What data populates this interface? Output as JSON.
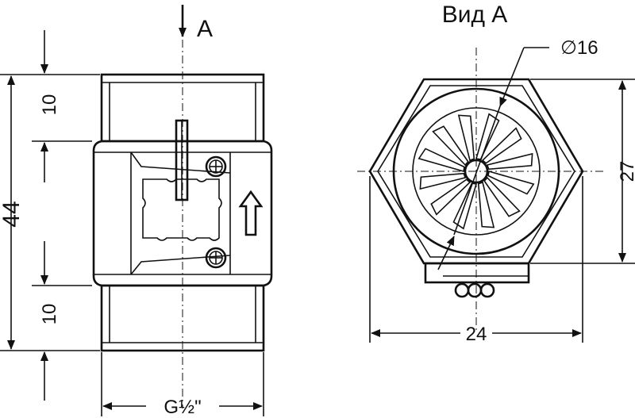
{
  "drawing": {
    "view_arrow_label": "A",
    "view_title": "Вид А",
    "dimensions": {
      "upper_thread_length": "10",
      "overall_height": "44",
      "lower_thread_length": "10",
      "thread_size": "G½\"",
      "impeller_diameter": "∅16",
      "across_corners": "27",
      "across_flats": "24"
    }
  }
}
